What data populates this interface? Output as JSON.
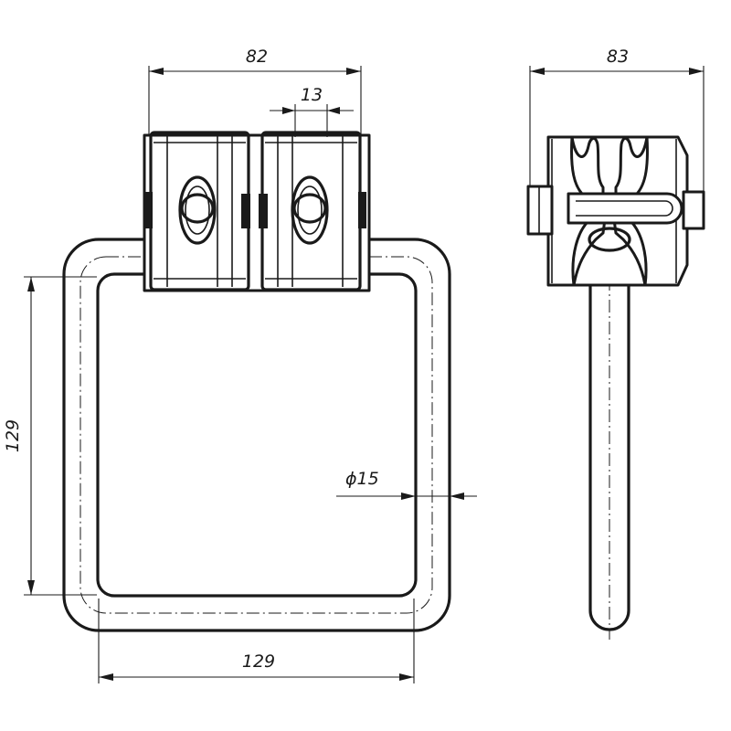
{
  "dimensions": {
    "clamp_width": "82",
    "slot_pitch": "13",
    "side_width": "83",
    "frame_height": "129",
    "frame_width": "129",
    "rod_diameter": "ϕ15"
  },
  "colors": {
    "line": "#1a1a1a",
    "background": "#ffffff"
  }
}
